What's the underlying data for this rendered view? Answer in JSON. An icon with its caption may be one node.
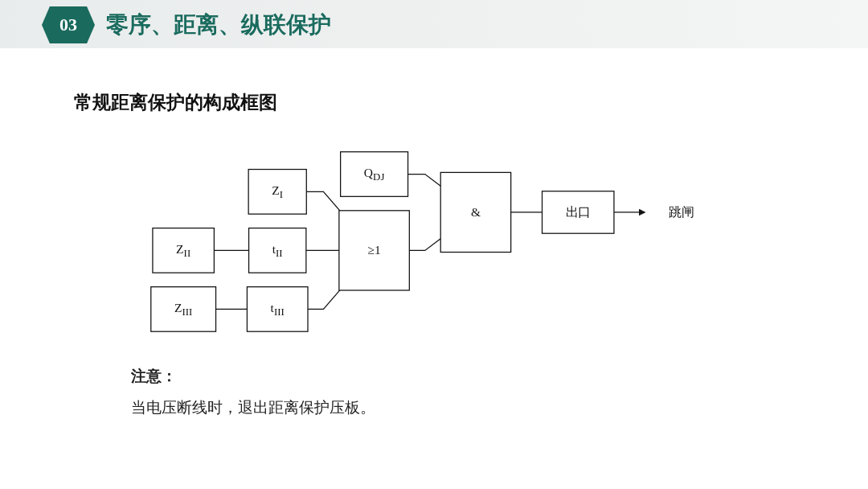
{
  "diagram": {
    "title": "零序、距离、纵联保护",
    "nodes": [
      {
        "text": [
          "Q$_{DJ}$"
        ]
      },
      {
        "text": [
          "Z$_{I}$"
        ]
      },
      {
        "text": [
          "Z$_{II}$"
        ]
      },
      {
        "text": [
          "t$_{II}$"
        ]
      },
      {
        "text": [
          "Z$_{III}$"
        ]
      },
      {
        "text": [
          "t$_{III}$"
        ]
      },
      {
        "text": [
          "≥1"
        ]
      },
      {
        "text": [
          "&"
        ]
      },
      {
        "text": [
          "出口"
        ]
      },
      {
        "text": [
          "跳闸"
        ]
      }
    ],
    "edges": [
      {
        "from": 0,
        "to": 7,
        "arrow": "none"
      },
      {
        "from": 1,
        "to": 6,
        "arrow": "none"
      },
      {
        "from": 2,
        "to": 3,
        "arrow": "none"
      },
      {
        "from": 3,
        "to": 6,
        "arrow": "none"
      },
      {
        "from": 4,
        "to": 5,
        "arrow": "none"
      },
      {
        "from": 5,
        "to": 6,
        "arrow": "none"
      },
      {
        "from": 6,
        "to": 7,
        "arrow": "none"
      },
      {
        "from": 7,
        "to": 8,
        "arrow": "none"
      },
      {
        "from": 8,
        "to": 9,
        "arrow": "to"
      }
    ],
    "labels": [
      "03",
      "常规距离保护的构成框图",
      "注意：",
      "当电压断线时，退出距离保护压板。"
    ]
  }
}
